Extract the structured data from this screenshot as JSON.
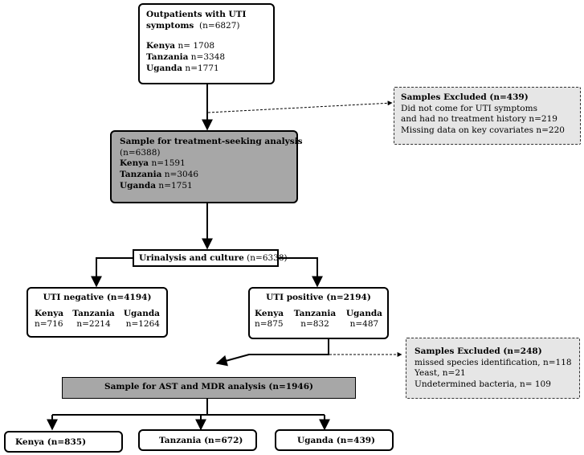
{
  "outpatients": {
    "title_1": "Outpatients with UTI",
    "title_2": "symptoms",
    "count": "(n=6827)",
    "lines": [
      {
        "country": "Kenya",
        "value": " n= 1708"
      },
      {
        "country": "Tanzania",
        "value": " n=3348"
      },
      {
        "country": "Uganda",
        "value": " n=1771"
      }
    ]
  },
  "excluded_1": {
    "title": "Samples Excluded (n=439)",
    "lines": [
      "Did not come for UTI symptoms",
      "and had no treatment history n=219",
      "Missing data on key covariates  n=220"
    ]
  },
  "treatment": {
    "title_1": "Sample for treatment-seeking  analysis",
    "title_2": "(n=6388)",
    "lines": [
      {
        "country": "Kenya",
        "value": " n=1591"
      },
      {
        "country": "Tanzania",
        "value": " n=3046"
      },
      {
        "country": "Uganda",
        "value": " n=1751"
      }
    ]
  },
  "urinalysis": {
    "label": "Urinalysis and culture",
    "count": " (n=6338)"
  },
  "negative": {
    "title": "UTI negative (n=4194)",
    "cols": [
      {
        "country": "Kenya",
        "value": "n=716"
      },
      {
        "country": "Tanzania",
        "value": "n=2214"
      },
      {
        "country": "Uganda",
        "value": "n=1264"
      }
    ]
  },
  "positive": {
    "title": "UTI positive (n=2194)",
    "cols": [
      {
        "country": "Kenya",
        "value": "n=875"
      },
      {
        "country": "Tanzania",
        "value": "n=832"
      },
      {
        "country": "Uganda",
        "value": "n=487"
      }
    ]
  },
  "excluded_2": {
    "title": "Samples Excluded (n=248)",
    "lines": [
      "missed species identification, n=118",
      "Yeast, n=21",
      "Undetermined bacteria, n= 109"
    ]
  },
  "ast": {
    "label": "Sample for AST and MDR analysis (n=1946)"
  },
  "final": {
    "kenya": "Kenya (n=835)",
    "tanzania": "Tanzania (n=672)",
    "uganda": "Uganda (n=439)"
  }
}
